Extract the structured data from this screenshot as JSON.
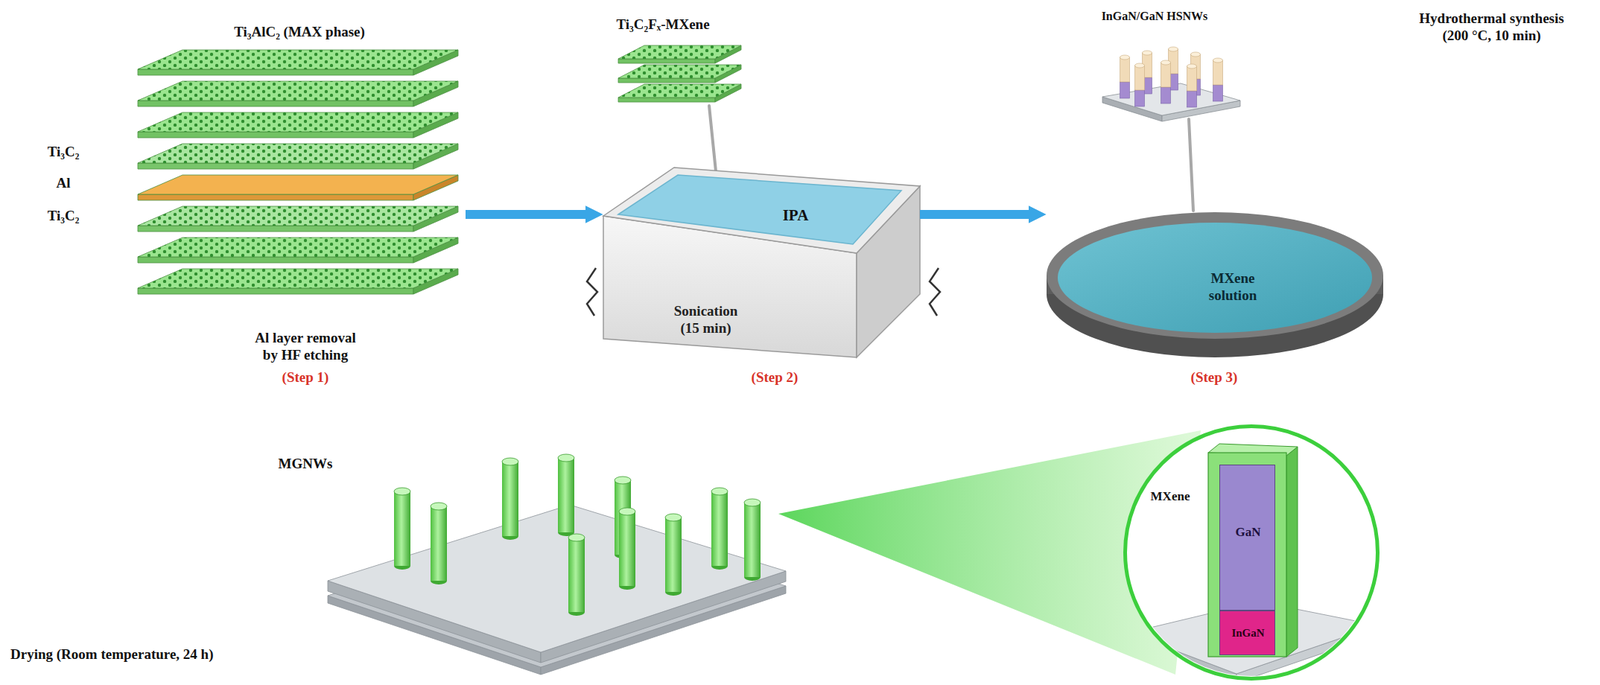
{
  "diagram": {
    "nodes": [
      {
        "text": [
          "Ti₃AlC₂ (MAX phase)",
          "Al layer removal by HF etching"
        ]
      },
      {
        "text": [
          "IPA",
          "Sonication (15 min)"
        ]
      },
      {
        "text": [
          "MXene solution"
        ]
      },
      {
        "text": [
          "MXene"
        ]
      },
      {
        "text": [
          "GaN"
        ],
        "in": 3
      },
      {
        "text": [
          "InGaN"
        ],
        "in": 3
      }
    ],
    "edges": [
      {
        "from": 0,
        "to": 1,
        "arrow": "to"
      },
      {
        "from": 1,
        "to": 2,
        "arrow": "to"
      }
    ],
    "labels": [
      "Ti₃C₂",
      "Al",
      "Ti₃C₂",
      "(Step 1)",
      "Ti₃C₂Fₓ-MXene",
      "(Step 2)",
      "InGaN/GaN HSNWs",
      "Hydrothermal synthesis (200 °C, 10 min)",
      "(Step 3)",
      "MGNWs",
      "Drying (Room temperature, 24 h)"
    ]
  }
}
